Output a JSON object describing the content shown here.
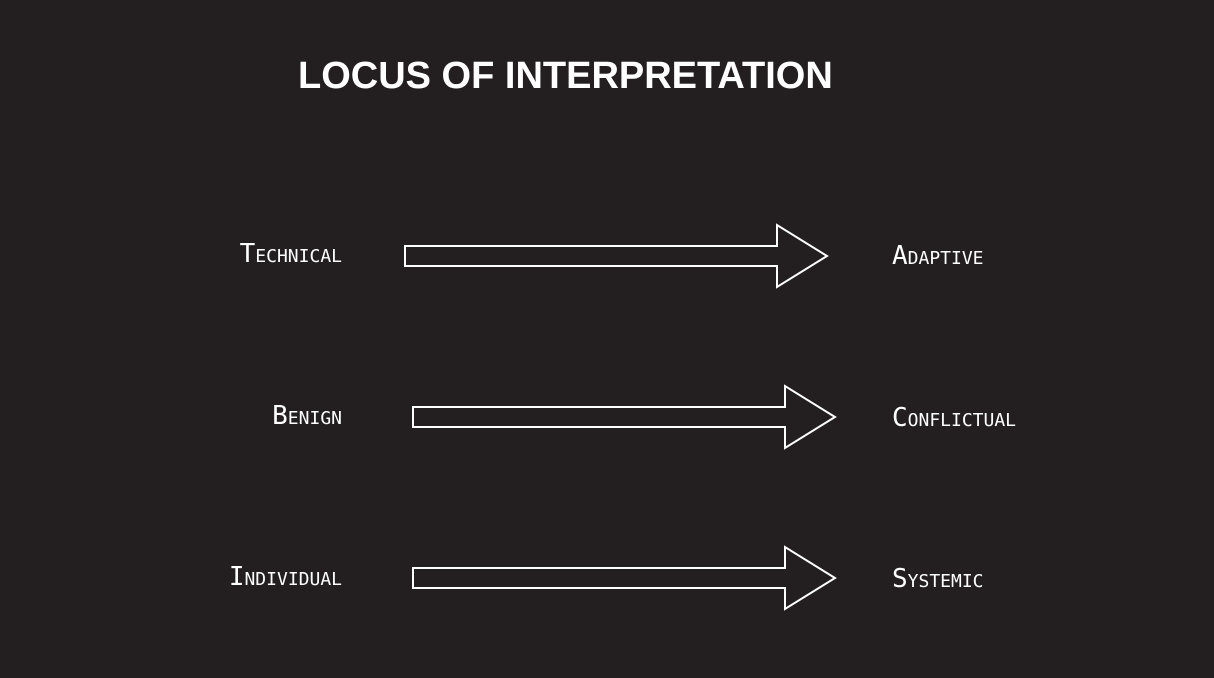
{
  "title": "LOCUS OF INTERPRETATION",
  "rows": [
    {
      "from": "Technical",
      "to": "Adaptive"
    },
    {
      "from": "Benign",
      "to": "Conflictual"
    },
    {
      "from": "Individual",
      "to": "Systemic"
    }
  ],
  "colors": {
    "background": "#231f20",
    "foreground": "#ffffff"
  }
}
